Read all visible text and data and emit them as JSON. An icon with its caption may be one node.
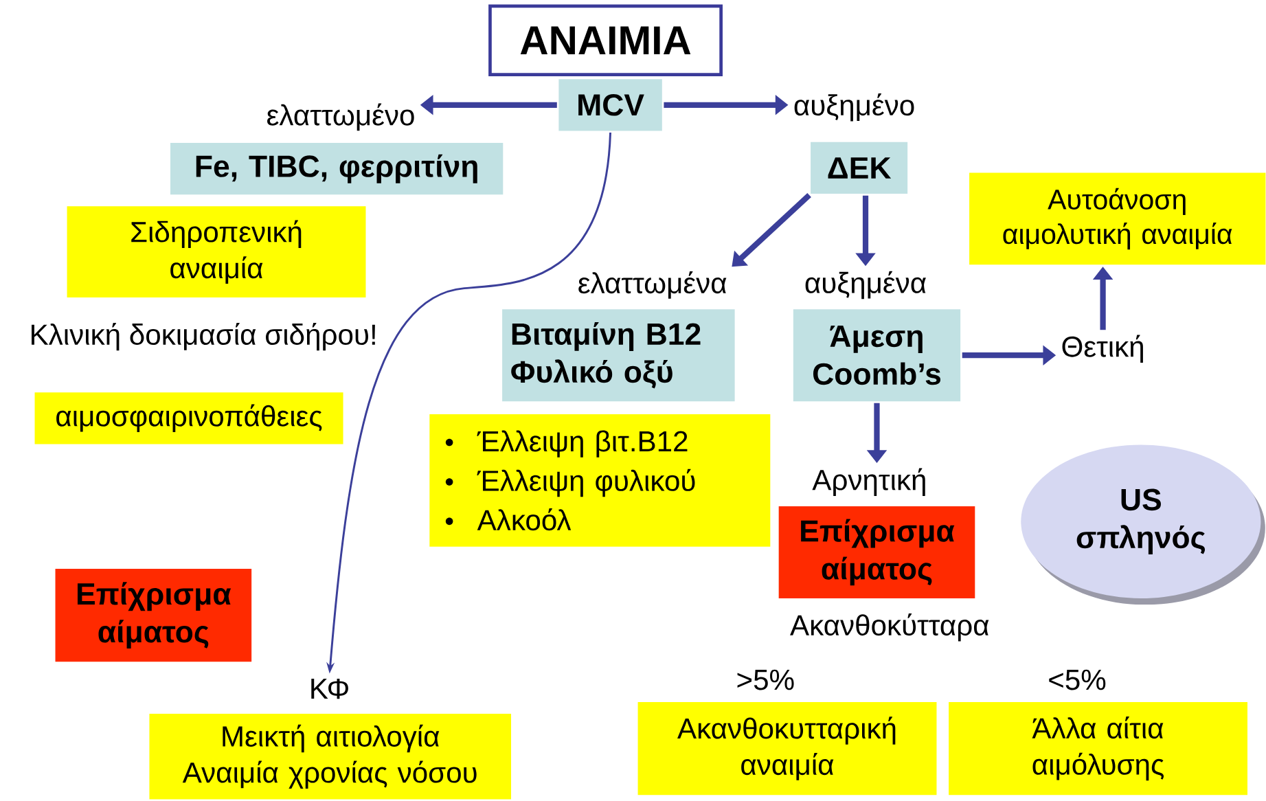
{
  "diagram": {
    "nodes": [
      {
        "text": [
          "ΑΝΑΙΜΙΑ"
        ]
      },
      {
        "text": [
          "MCV"
        ]
      },
      {
        "text": [
          "ελαττωμένο"
        ]
      },
      {
        "text": [
          "αυξημένο"
        ]
      },
      {
        "text": [
          "Fe, TIBC, φερριτίνη"
        ]
      },
      {
        "text": [
          "Σιδηροπενική αναιμία"
        ]
      },
      {
        "text": [
          "αιμοσφαιρινοπάθειες"
        ]
      },
      {
        "text": [
          "Επίχρισμα αίματος"
        ]
      },
      {
        "text": [
          "ΚΦ"
        ]
      },
      {
        "text": [
          "Μεικτή αιτιολογία",
          "Αναιμία χρονίας νόσου"
        ]
      },
      {
        "text": [
          "ΔΕΚ"
        ]
      },
      {
        "text": [
          "ελαττωμένα"
        ]
      },
      {
        "text": [
          "αυξημένα"
        ]
      },
      {
        "text": [
          "Βιταμίνη B12",
          "Φυλικό οξύ"
        ]
      },
      {
        "text": [
          "Έλλειψη βιτ.B12",
          "Έλλειψη φυλικού",
          "Αλκοόλ"
        ]
      },
      {
        "text": [
          "Άμεση Coomb’s"
        ]
      },
      {
        "text": [
          "Θετική"
        ]
      },
      {
        "text": [
          "Αυτοάνοση αιμολυτική αναιμία"
        ]
      },
      {
        "text": [
          "Αρνητική"
        ]
      },
      {
        "text": [
          "Επίχρισμα αίματος"
        ]
      },
      {
        "text": [
          "US σπληνός"
        ]
      },
      {
        "text": [
          "Ακανθοκυτταρική αναιμία"
        ]
      },
      {
        "text": [
          "Άλλα αίτια αιμόλυσης"
        ]
      }
    ],
    "edges": [
      {
        "from": 1,
        "to": 2,
        "arrow": "to"
      },
      {
        "from": 1,
        "to": 3,
        "arrow": "to"
      },
      {
        "from": 1,
        "to": 8,
        "arrow": "to"
      },
      {
        "from": 10,
        "to": 11,
        "arrow": "to"
      },
      {
        "from": 10,
        "to": 12,
        "arrow": "to"
      },
      {
        "from": 15,
        "to": 16,
        "arrow": "to"
      },
      {
        "from": 16,
        "to": 17,
        "arrow": "to"
      },
      {
        "from": 15,
        "to": 18,
        "arrow": "to"
      }
    ],
    "labels": [
      "Κλινική δοκιμασία σιδήρου!",
      "Ακανθοκύτταρα",
      ">5%",
      "<5%"
    ]
  }
}
